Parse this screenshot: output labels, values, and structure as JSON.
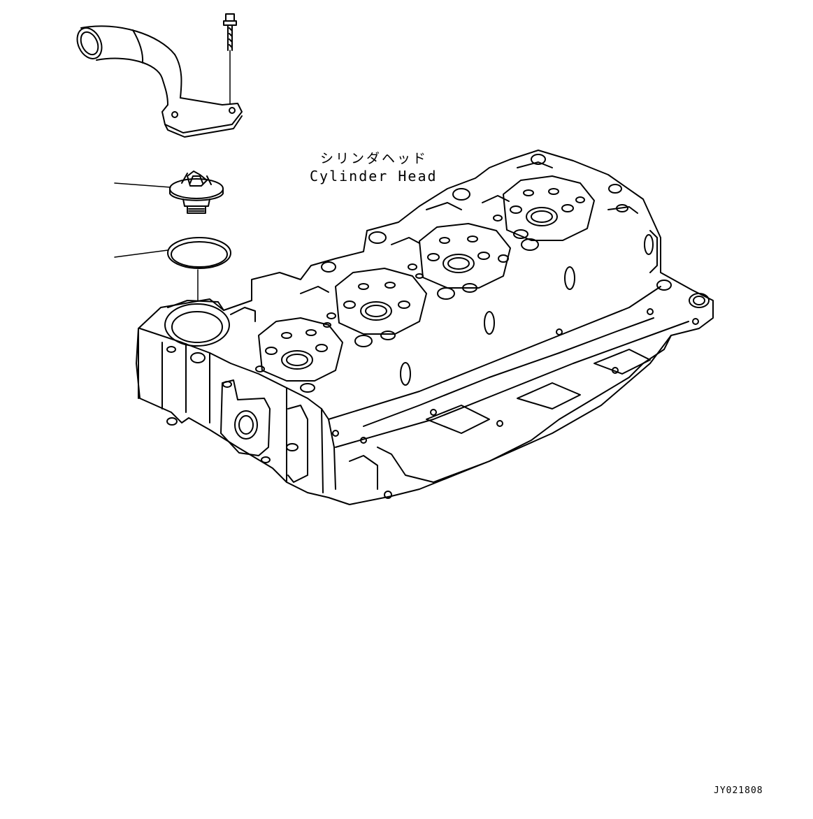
{
  "labels": {
    "cylinder_head_jp": "シリンダヘッド",
    "cylinder_head_en": "Cylinder Head",
    "drawing_number": "JY021808"
  }
}
